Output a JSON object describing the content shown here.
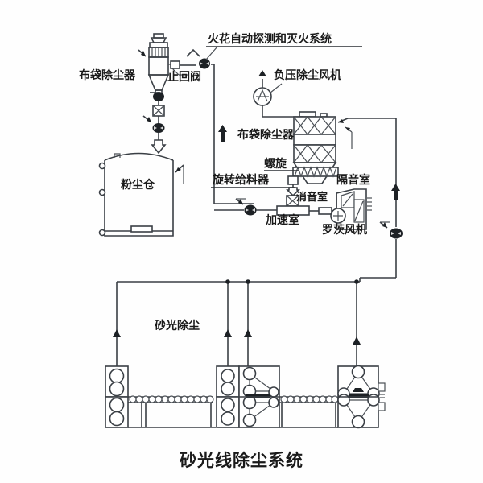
{
  "caption": "砂光线除尘系统",
  "labels": {
    "spark_system": "火花自动探测和灭火系统",
    "bag_filter_top": "布袋除尘器",
    "check_valve": "止回阀",
    "negative_pressure_fan": "负压除尘风机",
    "bag_filter_main": "布袋除尘器",
    "dust_silo": "粉尘仓",
    "spiral": "螺旋",
    "rotary_feeder": "旋转给料器",
    "soundproof_room": "隔音室",
    "silencer_room": "消音室",
    "acceleration_chamber": "加速室",
    "roots_blower": "罗茨风机",
    "sanding_dust_removal": "砂光除尘"
  },
  "colors": {
    "background": "#fefefe",
    "line": "#3a3f45",
    "line_dark": "#22262b",
    "text": "#1a1a1a",
    "valve_fill": "#1d2125"
  },
  "components": {
    "cyclone_filter": {
      "name": "布袋除尘器",
      "type": "cyclone-bag-filter"
    },
    "check_valve_symbol": {
      "name": "止回阀",
      "type": "valve"
    },
    "spark_detector": {
      "name": "火花探测器",
      "type": "sensor"
    },
    "fan_symbol": {
      "name": "负压除尘风机",
      "type": "fan"
    },
    "main_bag_filter": {
      "name": "布袋除尘器",
      "type": "bag-filter",
      "sections": 2
    },
    "silo": {
      "name": "粉尘仓",
      "type": "storage-tank",
      "ports": 3
    },
    "screw_conveyor": {
      "name": "螺旋",
      "type": "screw-conveyor"
    },
    "rotary_feeder_symbol": {
      "name": "旋转给料器",
      "type": "rotary-valve"
    },
    "blower": {
      "name": "罗茨风机",
      "type": "roots-blower"
    },
    "sanders": [
      {
        "name": "砂光机-1",
        "rollers": 4,
        "type": "roller-stack"
      },
      {
        "name": "砂光机-2",
        "rollers": 4,
        "type": "roller-belt"
      },
      {
        "name": "砂光机-3",
        "rollers": 6,
        "type": "double-belt"
      }
    ],
    "conveyors": [
      {
        "name": "辊道输送机-1"
      },
      {
        "name": "辊道输送机-2"
      }
    ],
    "duct_drops": 4
  }
}
